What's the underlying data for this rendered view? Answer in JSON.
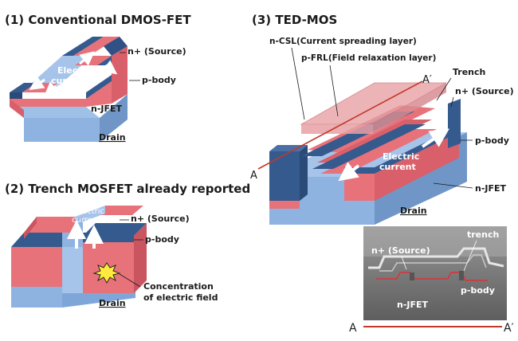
{
  "titles": {
    "panel1": "(1) Conventional DMOS-FET",
    "panel2": "(2) Trench MOSFET already reported",
    "panel3": "(3) TED-MOS"
  },
  "panel1": {
    "n_plus": "n+ (Source)",
    "p_body": "p-body",
    "n_jfet": "n-JFET",
    "drain": "Drain",
    "electric_current": [
      "Electric",
      "current"
    ]
  },
  "panel2": {
    "n_plus": "n+ (Source)",
    "p_body": "p-body",
    "drain": "Drain",
    "electric_current": [
      "Electric",
      "current"
    ],
    "concentration": [
      "Concentration",
      "of electric field"
    ]
  },
  "panel3": {
    "n_csl": "n-CSL(Current spreading layer)",
    "p_frl": "p-FRL(Field relaxation layer)",
    "trench": "Trench",
    "n_plus": "n+ (Source)",
    "p_body": "p-body",
    "n_jfet": "n-JFET",
    "drain": "Drain",
    "electric_current": [
      "Electric",
      "current"
    ],
    "section_a": "A",
    "section_a_prime": "A′"
  },
  "sem": {
    "n_plus": "n+ (Source)",
    "trench": "trench",
    "p_body": "p-body",
    "n_jfet": "n-JFET",
    "a": "A",
    "a_prime": "A′"
  },
  "colors": {
    "navy": "#355a8e",
    "pink": "#e8727a",
    "light_blue": "#8fb3e0",
    "section_line": "#c0392b"
  }
}
